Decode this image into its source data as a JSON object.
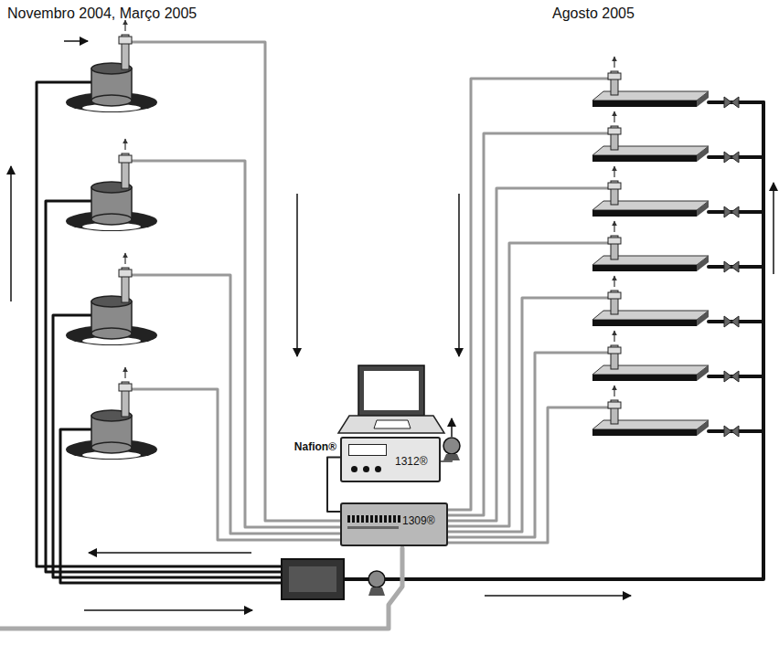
{
  "diagram": {
    "nodes": [
      {
        "text": [
          "1312®"
        ]
      },
      {
        "text": [
          "1309®"
        ]
      }
    ],
    "edges": [
      {
        "from": 0,
        "to": 1,
        "arrow": "none"
      }
    ],
    "labels": [
      "Novembro 2004, Março 2005",
      "Agosto 2005",
      "Nafion®"
    ]
  }
}
